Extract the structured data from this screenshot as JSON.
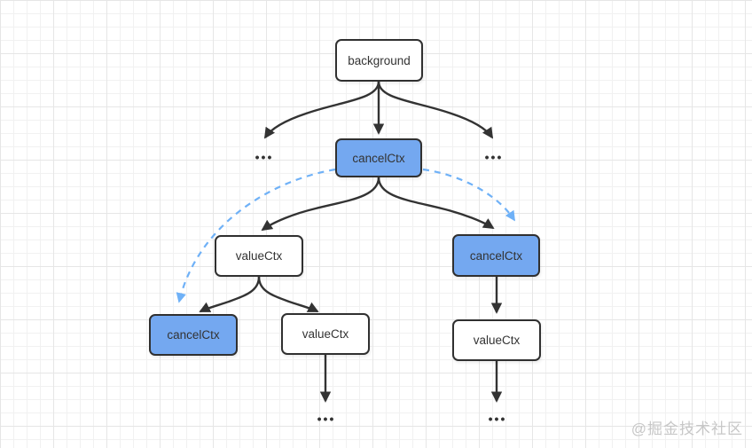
{
  "nodes": {
    "background": {
      "label": "background"
    },
    "cancel_root": {
      "label": "cancelCtx"
    },
    "value_mid": {
      "label": "valueCtx"
    },
    "cancel_right": {
      "label": "cancelCtx"
    },
    "cancel_leaf_left": {
      "label": "cancelCtx"
    },
    "value_leaf_mid": {
      "label": "valueCtx"
    },
    "value_leaf_right": {
      "label": "valueCtx"
    }
  },
  "ellipsis": {
    "top_left": "•••",
    "top_right": "•••",
    "bottom_mid": "•••",
    "bottom_right": "•••"
  },
  "watermark": {
    "text": "@掘金技术社区"
  },
  "colors": {
    "node_fill_blue": "#74a8f0",
    "node_fill_white": "#ffffff",
    "node_border": "#303030",
    "arrow": "#333333",
    "dashed_arrow": "#6fb1f7",
    "grid_minor": "#f1f1f1",
    "grid_major": "#e6e6e6",
    "text": "#333333",
    "watermark": "#c7c7c7"
  }
}
